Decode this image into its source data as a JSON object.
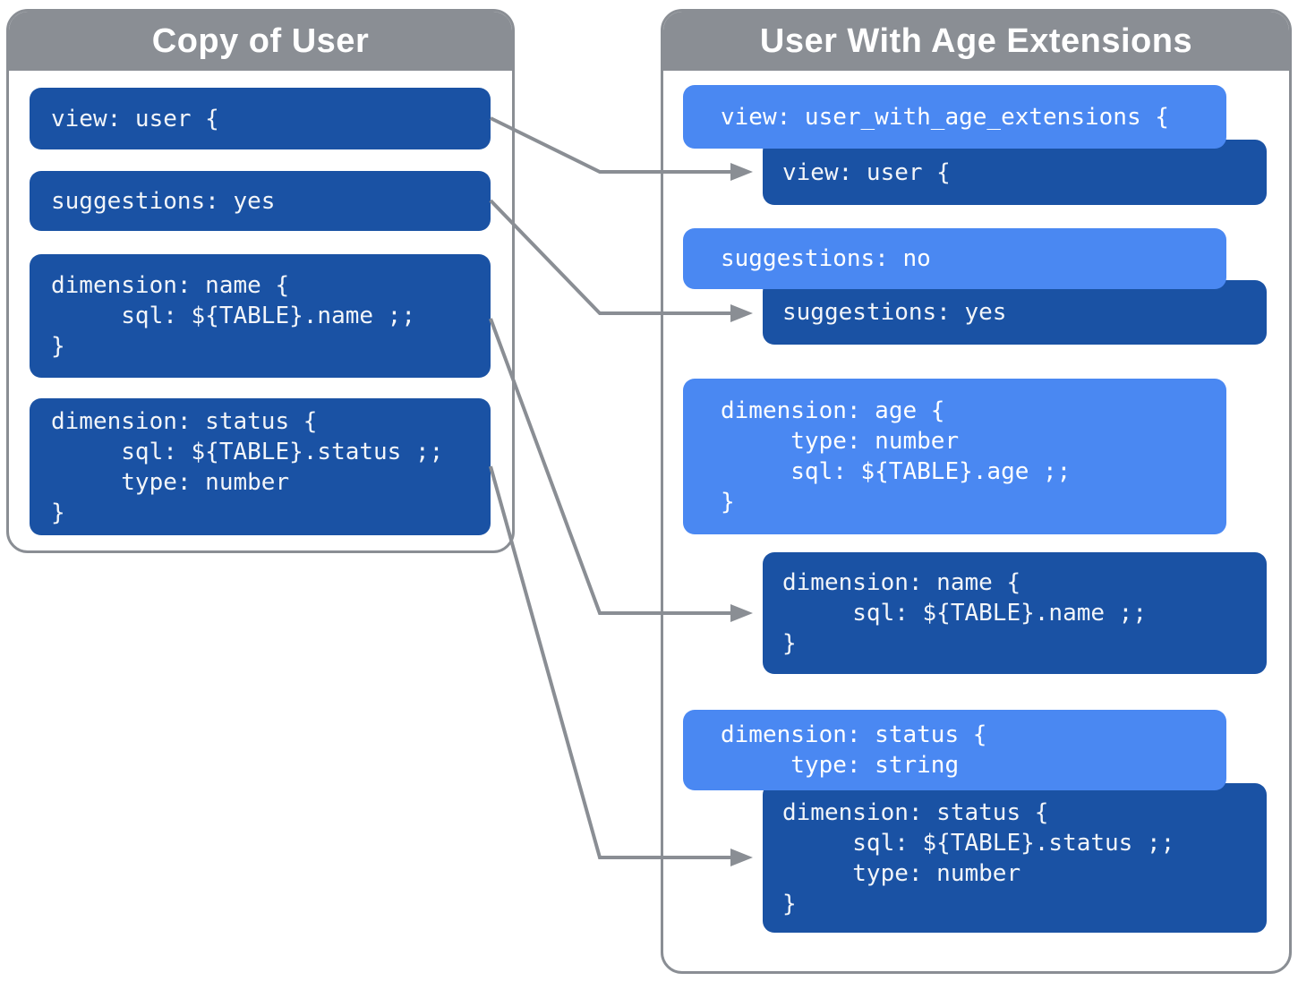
{
  "left_panel": {
    "title": "Copy of User",
    "blocks": [
      {
        "code": "view: user {"
      },
      {
        "code": "suggestions: yes"
      },
      {
        "code": "dimension: name {\n     sql: ${TABLE}.name ;;\n}"
      },
      {
        "code": "dimension: status {\n     sql: ${TABLE}.status ;;\n     type: number\n}"
      }
    ]
  },
  "right_panel": {
    "title": "User With Age Extensions",
    "groups": [
      {
        "override": "view: user_with_age_extensions {",
        "original": "view: user {"
      },
      {
        "override": "suggestions: no",
        "original": "suggestions: yes"
      },
      {
        "addition": "dimension: age {\n     type: number\n     sql: ${TABLE}.age ;;\n}"
      },
      {
        "original": "dimension: name {\n     sql: ${TABLE}.name ;;\n}"
      },
      {
        "override": "dimension: status {\n     type: string",
        "original": "dimension: status {\n     sql: ${TABLE}.status ;;\n     type: number\n}"
      }
    ]
  },
  "connections": [
    {
      "from_left_block": 0,
      "to_right_group": 0
    },
    {
      "from_left_block": 1,
      "to_right_group": 1
    },
    {
      "from_left_block": 2,
      "to_right_group": 3
    },
    {
      "from_left_block": 3,
      "to_right_group": 4
    }
  ],
  "colors": {
    "original_block_blue": "#1a52a4",
    "extension_block_blue": "#4a88f2",
    "header_gray": "#8a8e94",
    "arrow_gray": "#8a8e94",
    "panel_background": "#ffffff"
  }
}
